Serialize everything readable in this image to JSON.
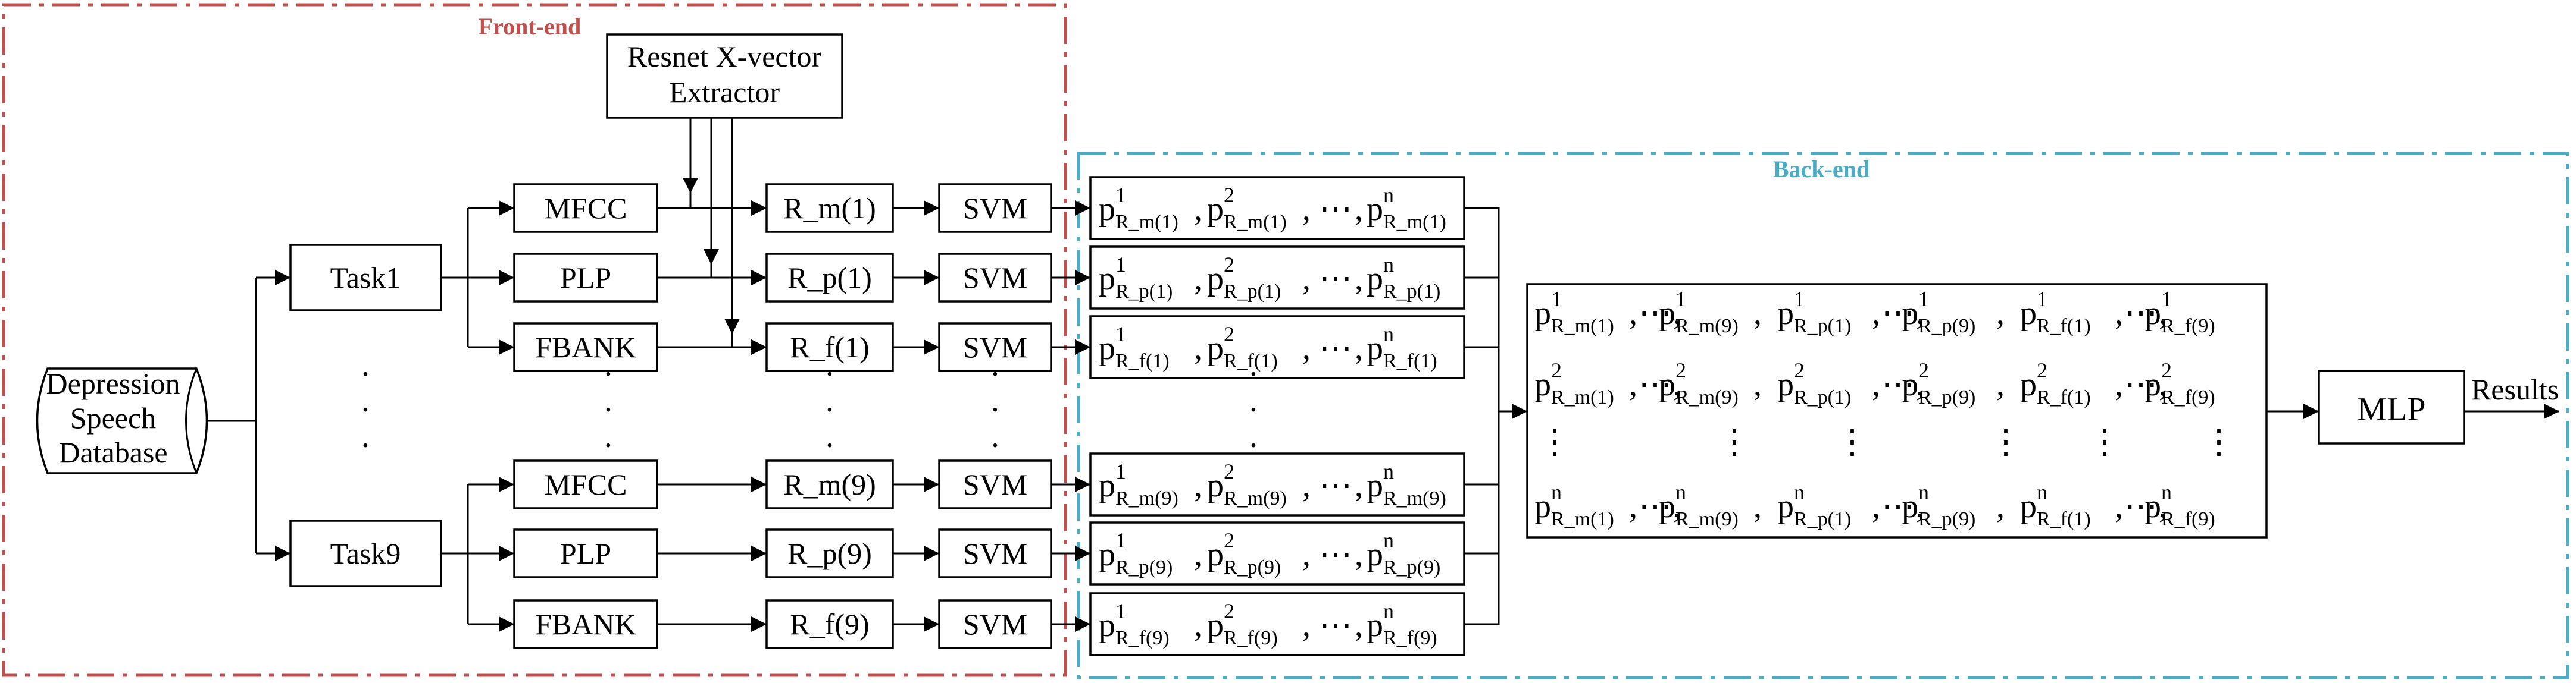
{
  "frontend": {
    "title": "Front-end",
    "color": "#c0504d"
  },
  "backend": {
    "title": "Back-end",
    "color": "#4bacc6"
  },
  "database": {
    "line1": "Depression",
    "line2": "Speech",
    "line3": "Database"
  },
  "extractor": {
    "line1": "Resnet X-vector",
    "line2": "Extractor"
  },
  "tasks": [
    "Task1",
    "Task9"
  ],
  "features": [
    "MFCC",
    "PLP",
    "FBANK",
    "MFCC",
    "PLP",
    "FBANK"
  ],
  "rvectors": [
    "R_m(1)",
    "R_p(1)",
    "R_f(1)",
    "R_m(9)",
    "R_p(9)",
    "R_f(9)"
  ],
  "classifier": "SVM",
  "prob_subs": [
    "R_m(1)",
    "R_p(1)",
    "R_f(1)",
    "R_m(9)",
    "R_p(9)",
    "R_f(9)"
  ],
  "matrix": {
    "cols": [
      "R_m(1)",
      "R_m(9)",
      "R_p(1)",
      "R_p(9)",
      "R_f(1)",
      "R_f(9)"
    ],
    "row_sups": [
      "1",
      "2",
      "n"
    ]
  },
  "mlp": "MLP",
  "output": "Results",
  "symbols": {
    "p": "p",
    "sup1": "1",
    "sup2": "2",
    "supn": "n",
    "comma": ",",
    "ellipsis": "⋯",
    "vdots": "⋮",
    "dot": "·"
  }
}
